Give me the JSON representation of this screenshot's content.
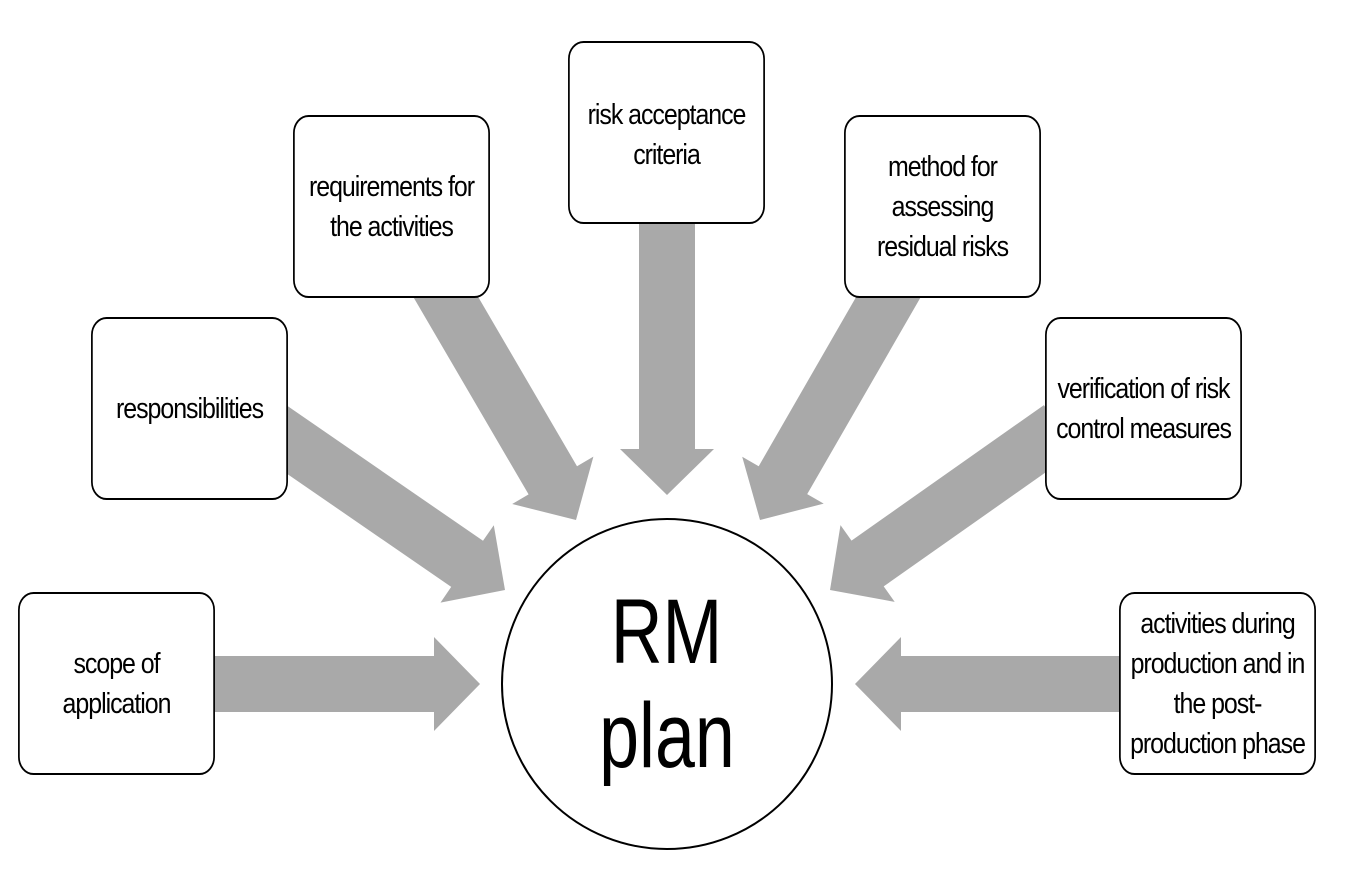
{
  "diagram": {
    "center": {
      "line1": "RM",
      "line2": "plan"
    },
    "arrow_color": "#a9a9a9",
    "inputs": [
      {
        "id": "scope",
        "label": "scope of\napplication"
      },
      {
        "id": "responsibilities",
        "label": "responsibilities"
      },
      {
        "id": "requirements",
        "label": "requirements for\nthe activities"
      },
      {
        "id": "acceptance",
        "label": "risk acceptance\ncriteria"
      },
      {
        "id": "residual",
        "label": "method for\nassessing\nresidual risks"
      },
      {
        "id": "verification",
        "label": "verification of risk\ncontrol measures"
      },
      {
        "id": "production",
        "label": "activities during\nproduction and in\nthe post-\nproduction phase"
      }
    ]
  }
}
